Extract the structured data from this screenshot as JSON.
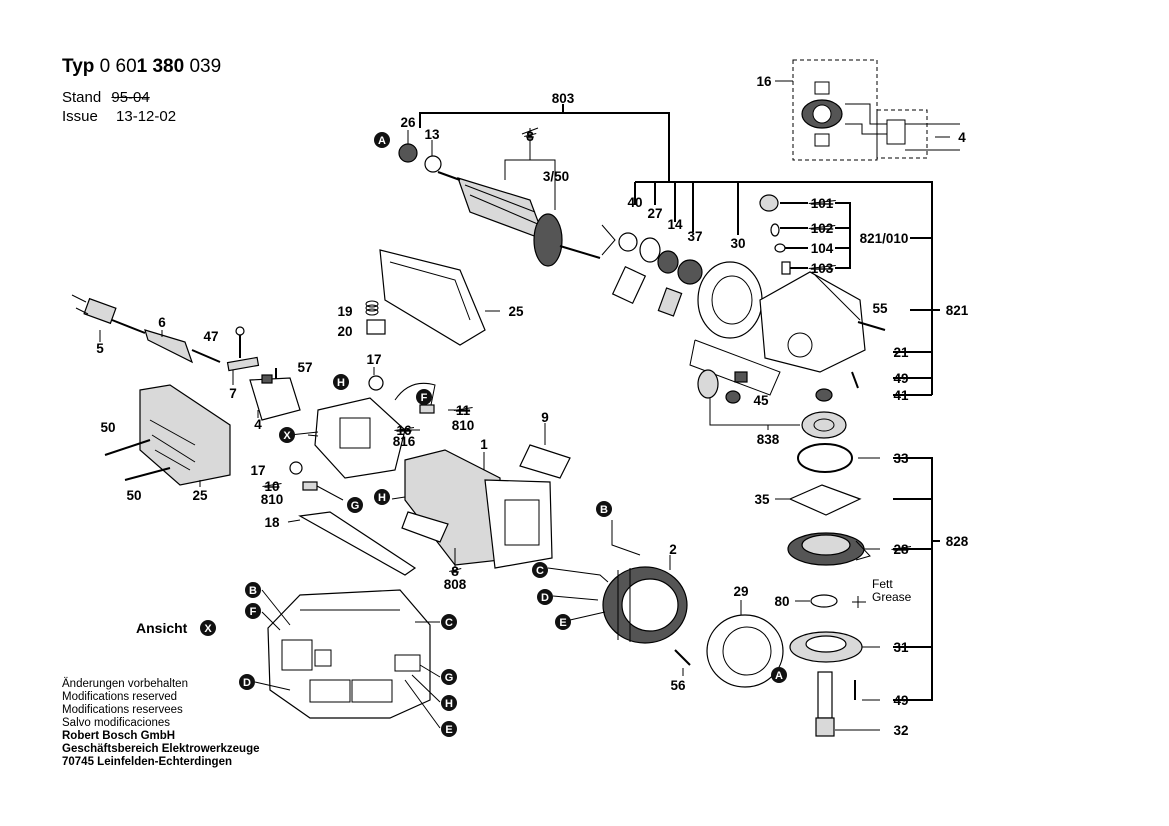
{
  "header": {
    "typ_label": "Typ",
    "typ_prefix": "0 60",
    "typ_bold": "1 380",
    "typ_suffix": "039",
    "stand_label": "Stand",
    "stand_old": "95-04",
    "issue_label": "Issue",
    "issue_value": "13-12-02"
  },
  "footer": {
    "lines": [
      "Änderungen vorbehalten",
      "Modifications reserved",
      "Modifications reservees",
      "Salvo modificaciones"
    ],
    "company": "Robert Bosch GmbH",
    "division": "Geschäftsbereich Elektrowerkzeuge",
    "address": "70745 Leinfelden-Echterdingen"
  },
  "ansicht_label": "Ansicht",
  "fett_label": "Fett",
  "grease_label": "Grease",
  "part_labels": {
    "p803": "803",
    "p26": "26",
    "p13": "13",
    "p8a": "8",
    "p3_50": "3/50",
    "p40": "40",
    "p27": "27",
    "p14": "14",
    "p37": "37",
    "p30": "30",
    "p16": "16",
    "p4": "4",
    "p101": "101",
    "p102": "102",
    "p104": "104",
    "p103": "103",
    "p821_010": "821/010",
    "p821": "821",
    "p55": "55",
    "p21": "21",
    "p49a": "49",
    "p41": "41",
    "p45": "45",
    "p838": "838",
    "p33": "33",
    "p35": "35",
    "p28": "28",
    "p828": "828",
    "p80": "80",
    "p31": "31",
    "p49b": "49",
    "p32": "32",
    "p29": "29",
    "p56": "56",
    "p2": "2",
    "p9": "9",
    "p1": "1",
    "p25a": "25",
    "p19": "19",
    "p20": "20",
    "p6": "6",
    "p5": "5",
    "p47": "47",
    "p57": "57",
    "p7": "7",
    "p4b": "4",
    "p17a": "17",
    "p11": "11",
    "p810a": "810",
    "p16b": "16",
    "p816": "816",
    "p50a": "50",
    "p50b": "50",
    "p25b": "25",
    "p17b": "17",
    "p10": "10",
    "p810b": "810",
    "p18": "18",
    "p8b": "8",
    "p808": "808"
  },
  "callouts": {
    "A": "A",
    "B": "B",
    "C": "C",
    "D": "D",
    "E": "E",
    "F": "F",
    "G": "G",
    "H": "H",
    "X": "X"
  }
}
